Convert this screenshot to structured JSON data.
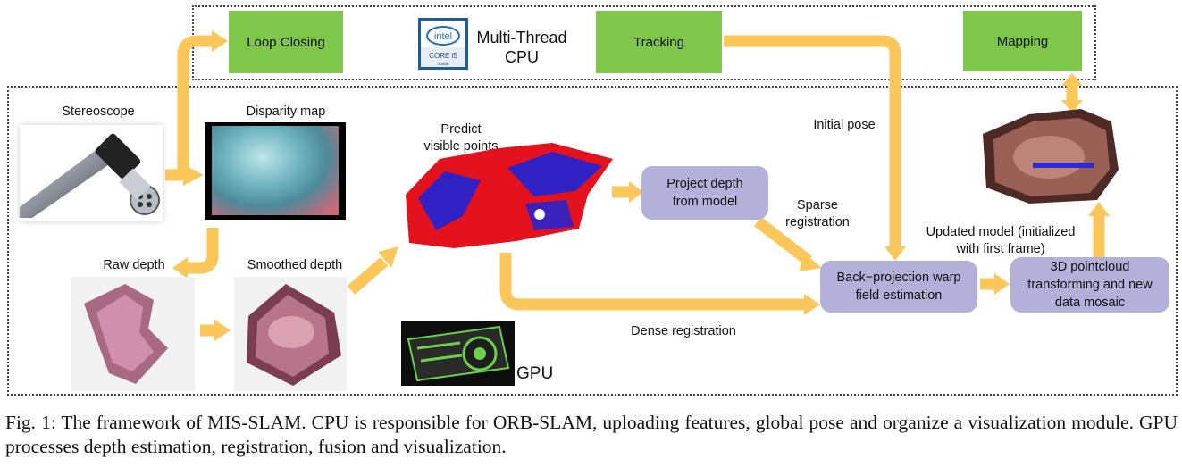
{
  "cpu_group": {
    "loop_closing": "Loop Closing",
    "tracking": "Tracking",
    "mapping": "Mapping",
    "cpu_label": "Multi-Thread\nCPU",
    "chip_brand": "intel",
    "chip_model": "CORE i5",
    "chip_sub": "inside"
  },
  "gpu_group": {
    "stereoscope": "Stereoscope",
    "disparity_map": "Disparity map",
    "raw_depth": "Raw depth",
    "smoothed_depth": "Smoothed depth",
    "predict": "Predict\nvisible points",
    "project_depth": "Project  depth\nfrom  model",
    "sparse_registration": "Sparse\nregistration",
    "initial_pose": "Initial pose",
    "backprojection": "Back−projection warp\nfield estimation",
    "dense_registration": "Dense registration",
    "updated_model": "Updated  model (initialized\nwith first frame)",
    "pointcloud": "3D pointcloud\ntransforming and new\ndata mosaic",
    "gpu_label": "GPU"
  },
  "caption": "Fig. 1: The framework of MIS-SLAM. CPU is responsible for ORB-SLAM, uploading features, global pose and organize a visualization module. GPU processes depth estimation, registration, fusion and visualization.",
  "colors": {
    "arrow": "#fbc34c",
    "green_box": "#7fc74a",
    "purple_box": "#b3b1d9"
  }
}
